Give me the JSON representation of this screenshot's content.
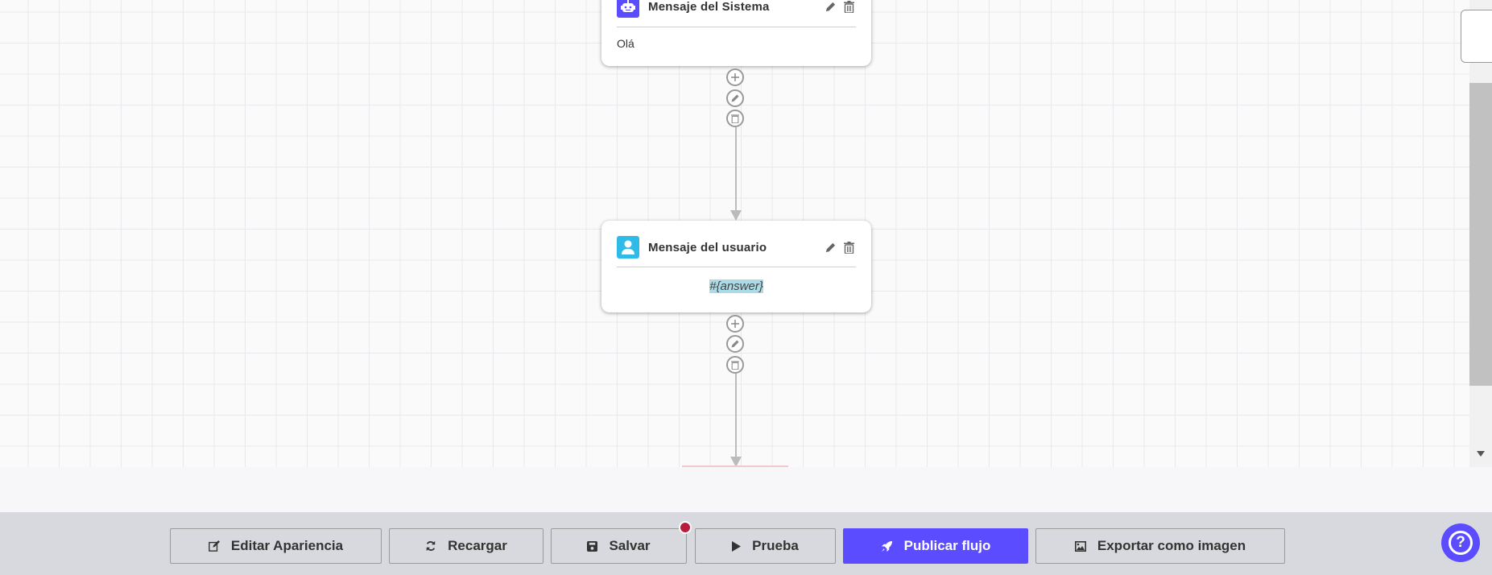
{
  "nodes": [
    {
      "title": "Mensaje del Sistema",
      "body": "Olá",
      "icon": "robot-icon",
      "icon_color": "#5b4dff"
    },
    {
      "title": "Mensaje del usuario",
      "body": "#{answer}",
      "icon": "user-icon",
      "icon_color": "#2ebbe8"
    }
  ],
  "toolbar": {
    "edit_appearance": "Editar Apariencia",
    "reload": "Recargar",
    "save": "Salvar",
    "test": "Prueba",
    "publish": "Publicar flujo",
    "export": "Exportar como imagen"
  },
  "help_label": "?",
  "colors": {
    "accent": "#5b4dff",
    "unsaved_dot": "#b81c3a",
    "highlight": "#acdbe8"
  }
}
